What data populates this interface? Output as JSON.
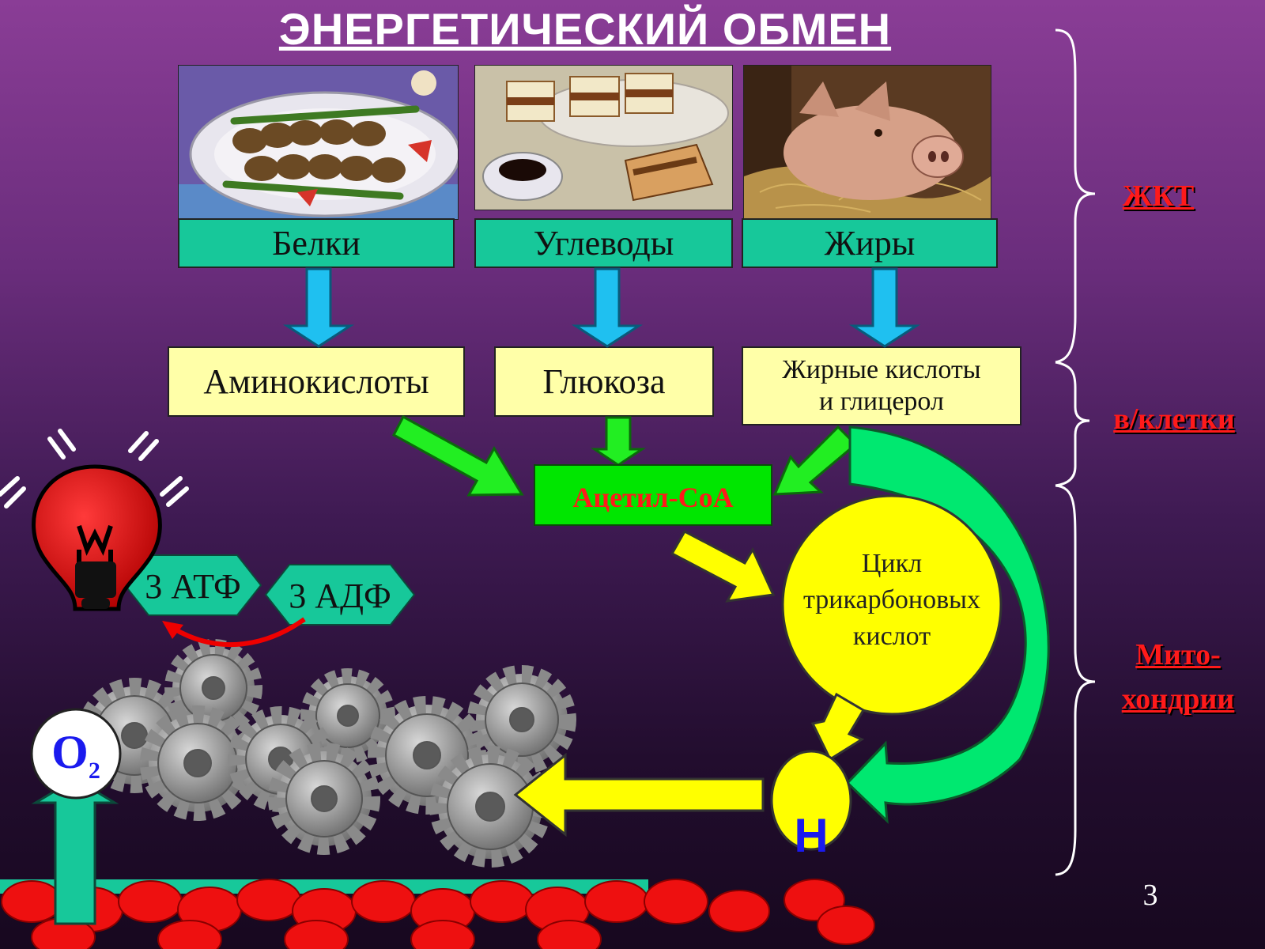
{
  "title": "ЭНЕРГЕТИЧЕСКИЙ ОБМЕН",
  "photos": {
    "proteins_alt": "шашлык",
    "carbs_alt": "пирожные и кофе",
    "fats_alt": "свинья"
  },
  "nutrients": [
    "Белки",
    "Углеводы",
    "Жиры"
  ],
  "products": {
    "amino": "Аминокислоты",
    "glucose": "Глюкоза",
    "fatty_line1": "Жирные кислоты",
    "fatty_line2": "и глицерол"
  },
  "acetyl": "Ацетил-СоА",
  "tca": {
    "line1": "Цикл",
    "line2": "трикарбоновых",
    "line3": "кислот"
  },
  "hydrogen": "Н",
  "oxygen": {
    "main": "O",
    "sub": "2"
  },
  "atp": "3 АТФ",
  "adp": "3 АДФ",
  "stages": {
    "gi": "ЖКТ",
    "cell": "в/клетки",
    "mito_line1": "Мито-",
    "mito_line2": "хондрии"
  },
  "page_number": "3",
  "colors": {
    "teal": "#17c89a",
    "cream": "#ffffa8",
    "acetyl_bg": "#00e600",
    "stage_label": "#ff1a1a",
    "blue_arrow": "#1fc0f0",
    "green_arrow": "#22ee22",
    "yellow": "#ffff00"
  }
}
